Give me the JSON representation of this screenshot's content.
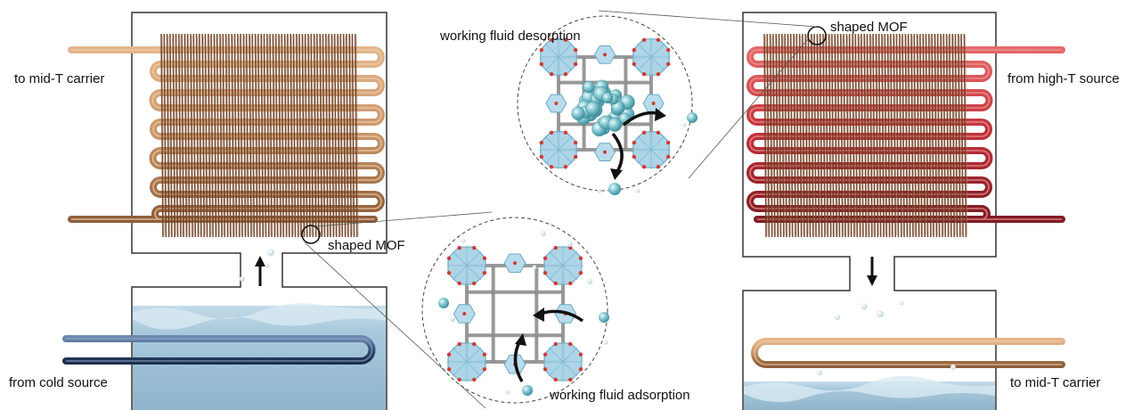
{
  "labels": {
    "left_top_pipe": "to mid-T carrier",
    "left_bottom_pipe": "from cold source",
    "left_mof": "shaped MOF",
    "right_top_pipe": "from high-T source",
    "right_bottom_pipe": "to mid-T carrier",
    "right_mof": "shaped MOF",
    "desorption": "working fluid desorption",
    "adsorption": "working fluid adsorption"
  },
  "colors": {
    "copper_pipe": "#c8956a",
    "copper_fin": "#7a4a2a",
    "red_pipe": "#c0303a",
    "blue_pipe": "#34507a",
    "water": "#a9c9dc",
    "sphere": "#6fb8c4",
    "mof_node": "#9ccbe0",
    "mof_link": "#9a9a9a",
    "outline": "#333333"
  },
  "icons": {
    "flow_arrows": "arrow-icon",
    "zoom_markers": "circle-icon",
    "molecules": "sphere-icon"
  }
}
